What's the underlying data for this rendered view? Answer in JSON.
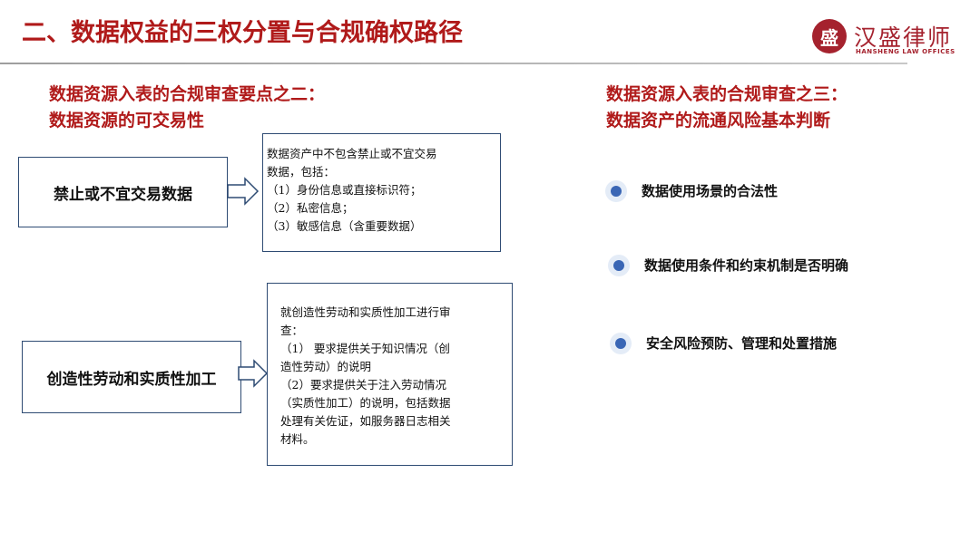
{
  "title": "二、数据权益的三权分置与合规确权路径",
  "logo": {
    "seal_char": "盛",
    "name": "汉盛律师",
    "english": "HANSHENG LAW OFFICES"
  },
  "left_section": {
    "heading_line1": "数据资源入表的合规审查要点之二：",
    "heading_line2": "数据资源的可交易性"
  },
  "block1": {
    "label": "禁止或不宜交易数据",
    "lines": [
      "数据资产中不包含禁止或不宜交易",
      "数据，包括：",
      "（1）身份信息或直接标识符；",
      "（2）私密信息；",
      "（3）敏感信息（含重要数据）"
    ]
  },
  "block2": {
    "label": "创造性劳动和实质性加工",
    "lines": [
      "就创造性劳动和实质性加工进行审",
      "查：",
      "（1）  要求提供关于知识情况（创",
      "造性劳动）的说明",
      "（2）要求提供关于注入劳动情况",
      "（实质性加工）的说明，包括数据",
      "处理有关佐证，如服务器日志相关",
      "材料。"
    ]
  },
  "right_section": {
    "heading_line1": "数据资源入表的合规审查之三：",
    "heading_line2": "数据资产的流通风险基本判断",
    "bullets": [
      "数据使用场景的合法性",
      "数据使用条件和约束机制是否明确",
      "安全风险预防、管理和处置措施"
    ]
  },
  "colors": {
    "title_red": "#b01a1a",
    "logo_red": "#a5222e",
    "box_border": "#2e4b73",
    "bullet_blue": "#3a66b5"
  }
}
